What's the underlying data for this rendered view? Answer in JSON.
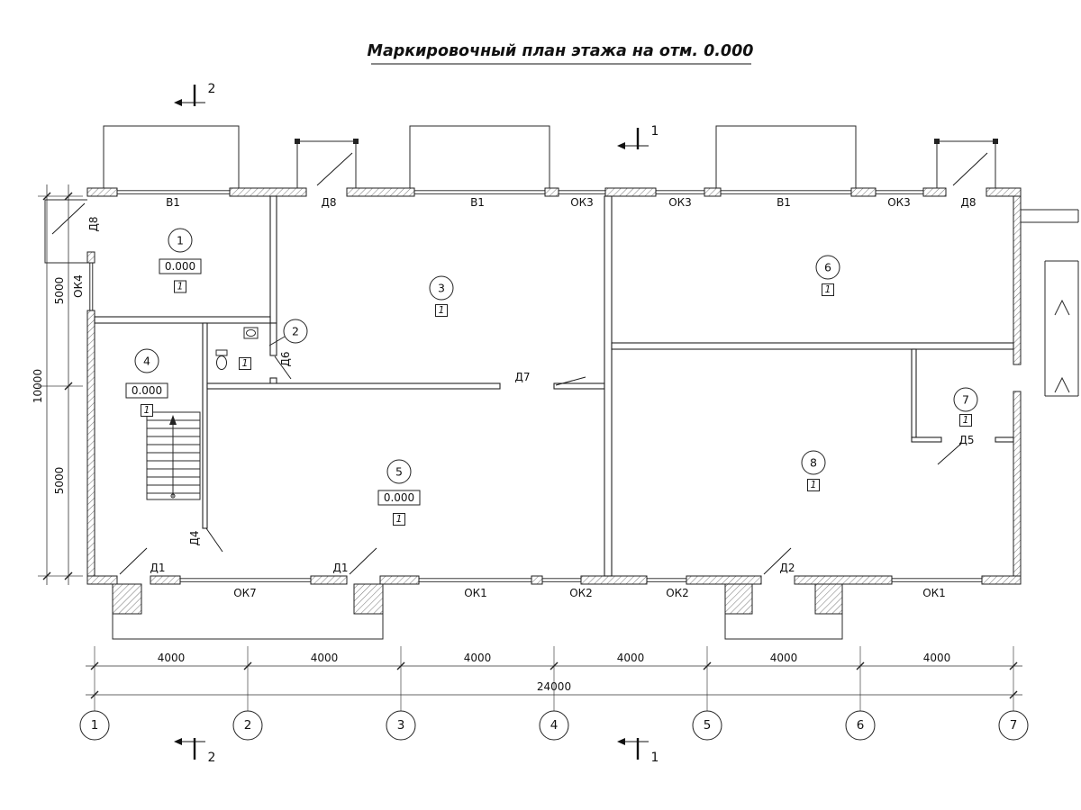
{
  "title": "Маркировочный план этажа на отм. 0.000",
  "rooms": {
    "r1": {
      "num": "1",
      "elevation": "0.000",
      "category": "1"
    },
    "r2": {
      "num": "2",
      "category": "1"
    },
    "r3": {
      "num": "3",
      "category": "1"
    },
    "r4": {
      "num": "4",
      "elevation": "0.000",
      "category": "1"
    },
    "r5": {
      "num": "5",
      "elevation": "0.000",
      "category": "1"
    },
    "r6": {
      "num": "6",
      "category": "1"
    },
    "r7": {
      "num": "7",
      "category": "1"
    },
    "r8": {
      "num": "8",
      "category": "1"
    }
  },
  "openings": {
    "d8_entry": "Д8",
    "ok4": "ОК4",
    "v1_1": "В1",
    "d8_1": "Д8",
    "v1_2": "В1",
    "ok3_1": "ОК3",
    "ok3_2": "ОК3",
    "v1_3": "В1",
    "ok3_3": "ОК3",
    "d8_2": "Д8",
    "d6": "Д6",
    "d7": "Д7",
    "d5": "Д5",
    "d4": "Д4",
    "d1_1": "Д1",
    "ok7": "ОК7",
    "d1_2": "Д1",
    "ok1_1": "ОК1",
    "ok2_1": "ОК2",
    "ok2_2": "ОК2",
    "d2": "Д2",
    "ok1_2": "ОК1"
  },
  "axes": [
    "1",
    "2",
    "3",
    "4",
    "5",
    "6",
    "7"
  ],
  "dimensions": {
    "bay": "4000",
    "total_width": "24000",
    "half_depth": "5000",
    "total_depth": "10000"
  },
  "sections": {
    "one": "1",
    "two": "2"
  }
}
